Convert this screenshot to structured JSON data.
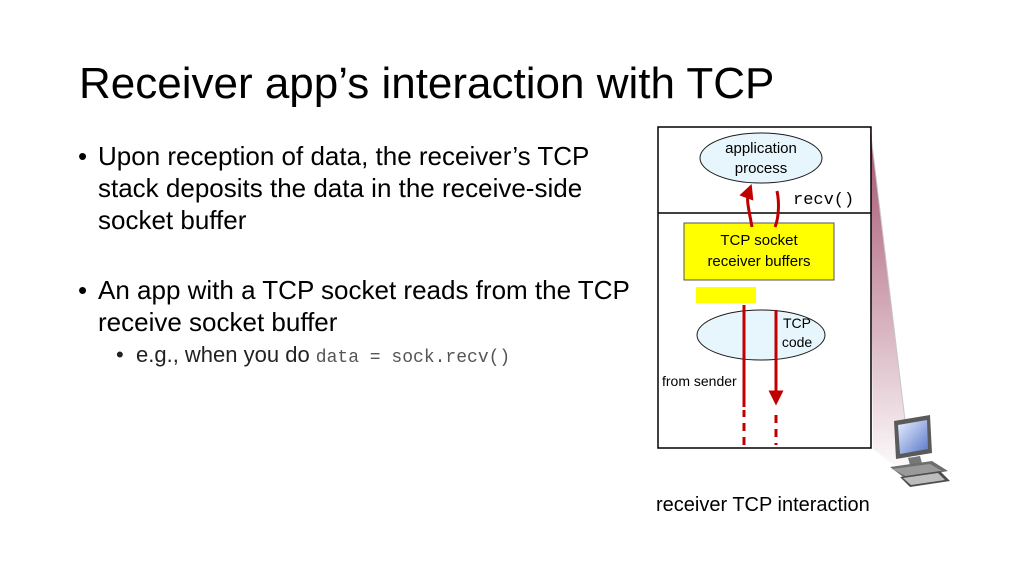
{
  "title": "Receiver app’s interaction with TCP",
  "bullets": [
    {
      "text": "Upon reception of data, the receiver’s TCP stack deposits the data in the receive-side socket buffer"
    },
    {
      "text": "An app with a TCP socket reads from the TCP receive socket buffer",
      "sub": {
        "prefix": "e.g., when you do ",
        "code": "data = sock.recv()"
      }
    }
  ],
  "diagram": {
    "app_process": {
      "line1": "application",
      "line2": "process"
    },
    "recv_call": "recv()",
    "socket_buffers": {
      "line1": "TCP socket",
      "line2": "receiver buffers"
    },
    "tcp_code": {
      "line1": "TCP",
      "line2": "code"
    },
    "from_sender": "from sender",
    "computer_icon": "desktop-computer-icon",
    "colors": {
      "arrow": "#c00000",
      "ellipse_fill": "#e6f6fc",
      "buffer_fill": "#ffff00",
      "wedge_start": "#a4506e",
      "wedge_end": "#ffffff"
    }
  },
  "caption": "receiver TCP interaction",
  "bullet_glyph": "•"
}
